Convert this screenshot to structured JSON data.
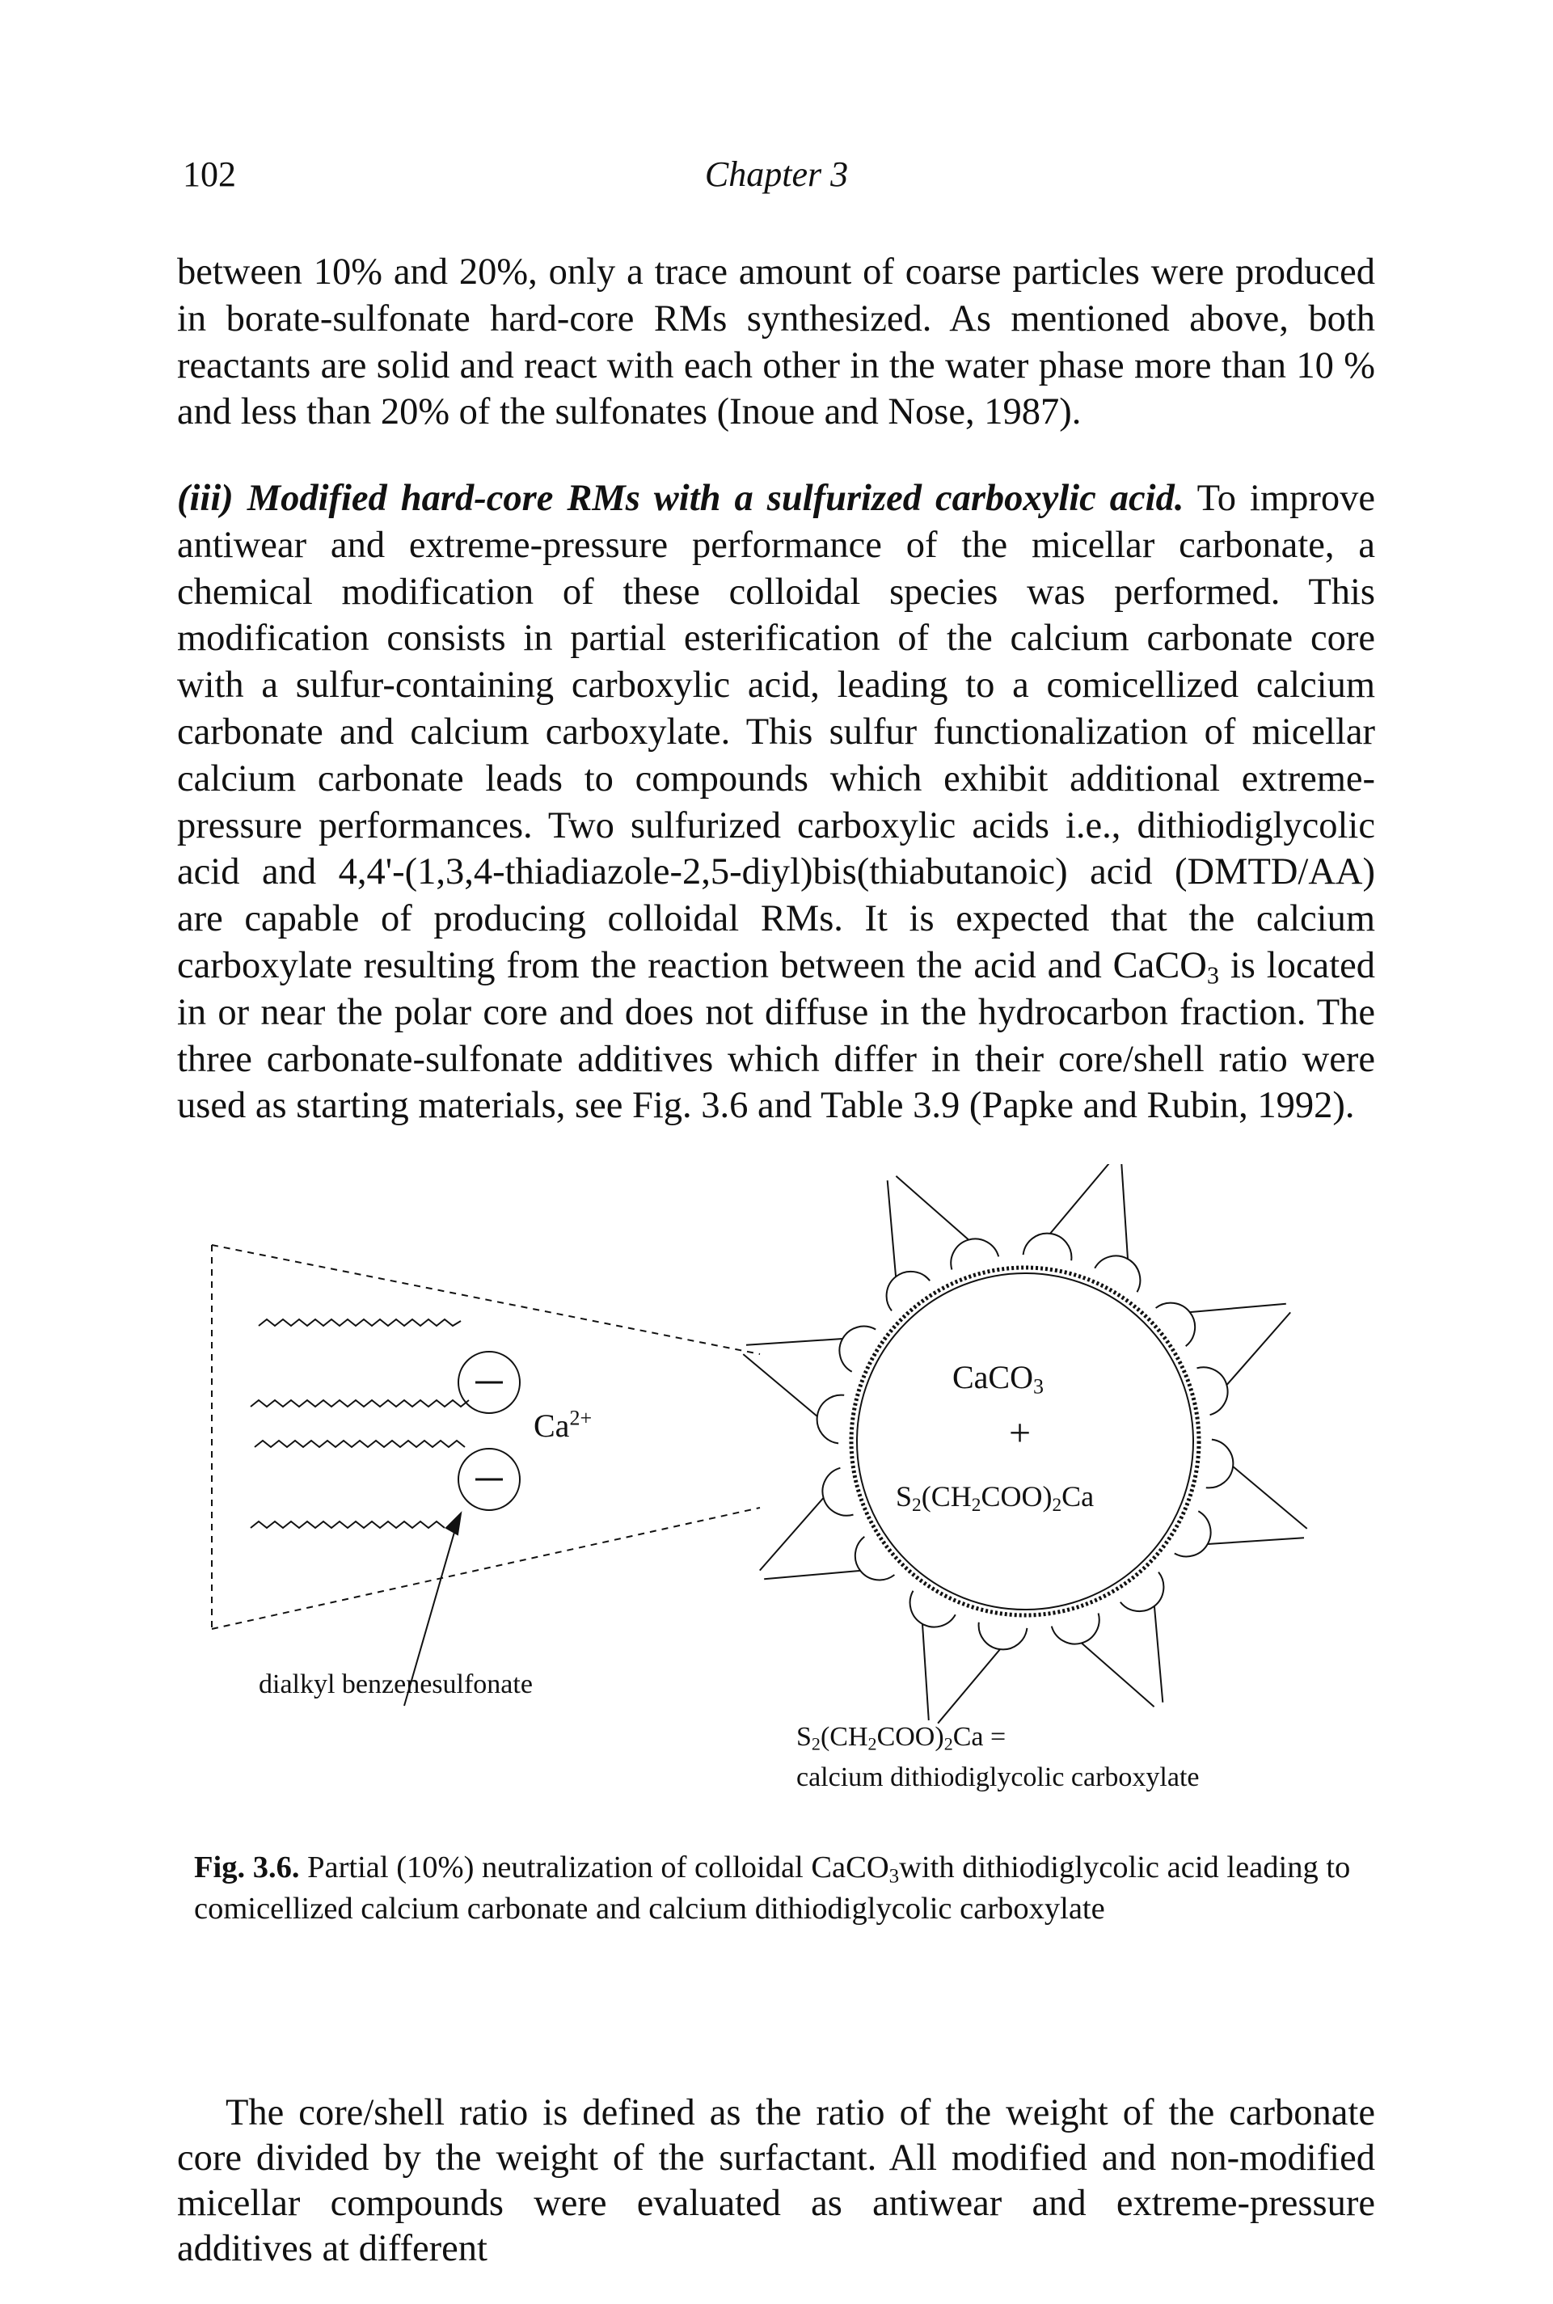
{
  "header": {
    "page_number": "102",
    "chapter": "Chapter 3"
  },
  "paragraph_1": {
    "text": "between 10% and 20%, only a trace amount of coarse particles were produced in borate-sulfonate hard-core RMs synthesized. As mentioned above, both reactants are solid and react with each other in the water phase more than 10 % and less than 20% of the sulfonates (Inoue and Nose, 1987)."
  },
  "paragraph_2": {
    "heading": "(iii) Modified hard-core RMs with a sulfurized carboxylic acid.",
    "text_a": " To improve antiwear and extreme-pressure performance of the micellar carbonate, a chemical modification of these colloidal species was performed. This modification consists in partial esterification of the calcium carbonate core with a sulfur-containing carboxylic acid, leading to a comicellized calcium carbonate and calcium carboxylate. This sulfur functionalization of micellar calcium carbonate leads to compounds which exhibit additional extreme-pressure performances. Two sulfurized carboxylic acids i.e., dithiodiglycolic acid and 4,4'-(1,3,4-thiadiazole-2,5-diyl)bis(thiabutanoic) acid (DMTD/AA) are capable of producing colloidal RMs. It is expected that the calcium carboxylate resulting from the reaction between the acid and CaCO",
    "text_a_sub": "3",
    "text_b": " is located in or near the polar core and does not diffuse in the hydrocarbon fraction. The three carbonate-sulfonate additives which differ in their core/shell ratio were used as starting materials, see Fig. 3.6 and Table 3.9 (Papke and Rubin, 1992)."
  },
  "figure": {
    "ion_label": "Ca",
    "ion_charge": "2+",
    "surfactant_label": "dialkyl benzenesulfonate",
    "core_line_1": "CaCO",
    "core_line_1_sub": "3",
    "core_plus": "+",
    "core_line_2_a": "S",
    "core_line_2_sub1": "2",
    "core_line_2_b": "(CH",
    "core_line_2_sub2": "2",
    "core_line_2_c": "COO)",
    "core_line_2_sub3": "2",
    "core_line_2_d": "Ca",
    "def_line_1_a": "S",
    "def_line_1_sub1": "2",
    "def_line_1_b": "(CH",
    "def_line_1_sub2": "2",
    "def_line_1_c": "COO)",
    "def_line_1_sub3": "2",
    "def_line_1_d": "Ca =",
    "def_line_2": "calcium dithiodiglycolic carboxylate"
  },
  "caption": {
    "label": "Fig. 3.6.",
    "text_a": " Partial (10%) neutralization of colloidal CaCO",
    "text_a_sub": "3",
    "text_b": "with dithiodiglycolic acid leading to comicellized calcium carbonate and calcium dithiodiglycolic carboxylate"
  },
  "paragraph_3": {
    "text": "The core/shell ratio is defined as the ratio of the weight of the carbonate core divided by the weight of the surfactant. All modified and non-modified micellar compounds were evaluated as antiwear and extreme-pressure additives at different"
  }
}
